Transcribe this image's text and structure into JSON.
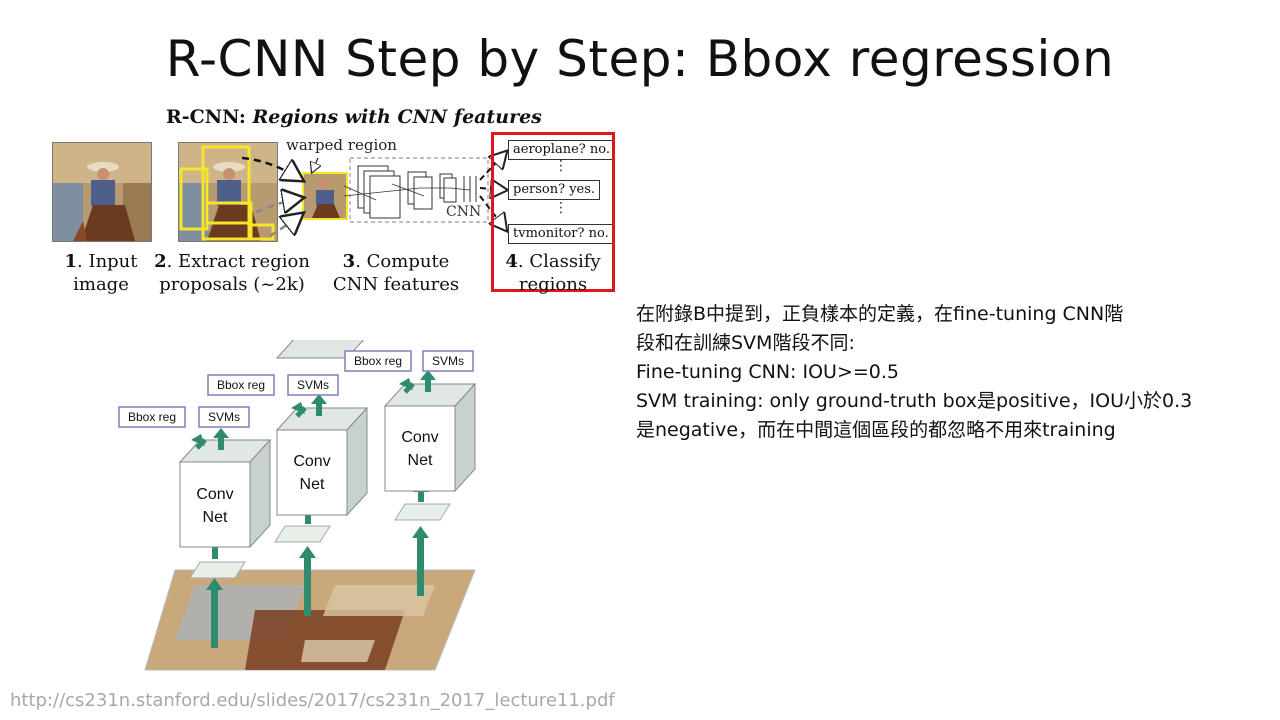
{
  "slide": {
    "title": "R-CNN Step by Step: Bbox regression",
    "source_url": "http://cs231n.stanford.edu/slides/2017/cs231n_2017_lecture11.pdf"
  },
  "rcnn_figure": {
    "heading_prefix": "R-CNN: ",
    "heading_italic": "Regions with CNN features",
    "warped_region": "warped region",
    "cnn_label": "CNN",
    "steps": [
      {
        "num": "1",
        "text_line1": ". Input",
        "text_line2": "image"
      },
      {
        "num": "2",
        "text_line1": ". Extract region",
        "text_line2": "proposals (~2k)"
      },
      {
        "num": "3",
        "text_line1": ". Compute",
        "text_line2": "CNN features"
      },
      {
        "num": "4",
        "text_line1": ". Classify",
        "text_line2": "regions"
      }
    ],
    "classes": [
      "aeroplane? no.",
      "person? yes.",
      "tvmonitor? no."
    ],
    "highlight_color": "#e0161e",
    "proposal_color": "#f5e62a"
  },
  "conv_figure": {
    "nets": [
      {
        "label_line1": "Conv",
        "label_line2": "Net",
        "bbox": "Bbox reg",
        "svm": "SVMs"
      },
      {
        "label_line1": "Conv",
        "label_line2": "Net",
        "bbox": "Bbox reg",
        "svm": "SVMs"
      },
      {
        "label_line1": "Conv",
        "label_line2": "Net",
        "bbox": "Bbox reg",
        "svm": "SVMs"
      }
    ],
    "arrow_color": "#2e8b6b",
    "tag_border_color": "#8a7ab8"
  },
  "notes": {
    "lines": [
      "在附錄B中提到，正負樣本的定義，在fine-tuning CNN階",
      "段和在訓練SVM階段不同:",
      "Fine-tuning CNN: IOU>=0.5",
      "SVM training: only ground-truth box是positive，IOU小於0.3",
      "是negative，而在中間這個區段的都忽略不用來training"
    ]
  }
}
